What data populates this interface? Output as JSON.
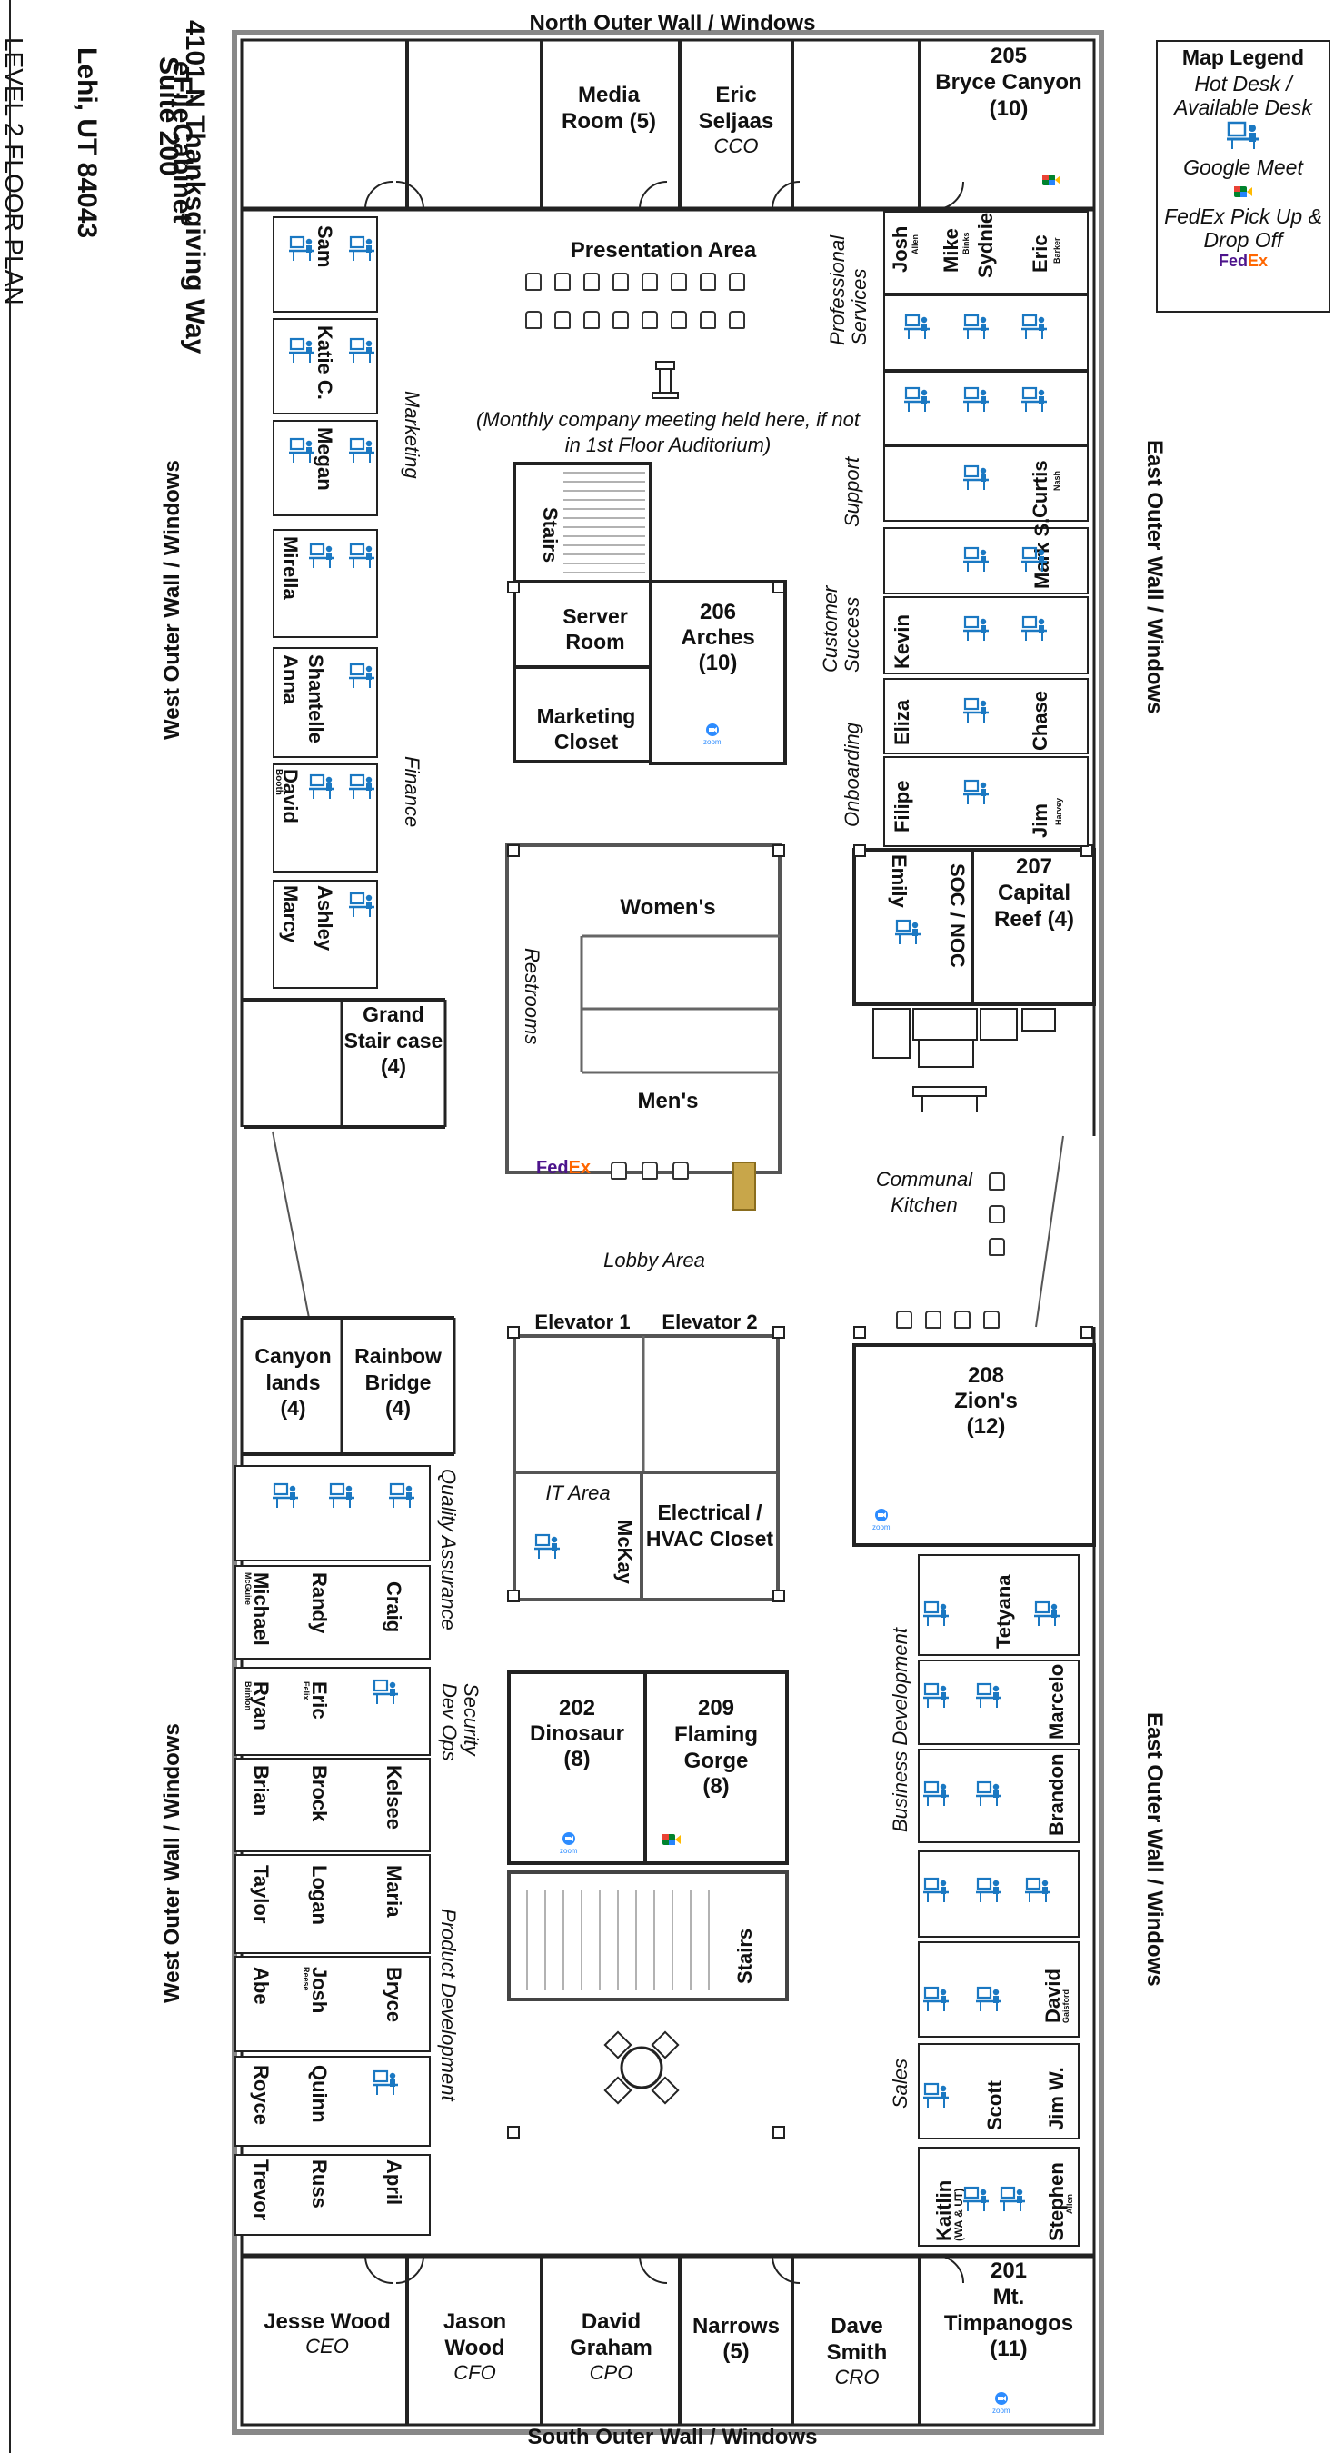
{
  "header": {
    "title": "LEVEL 2 FLOOR PLAN",
    "company": "eFileCabinet",
    "street": "4101 N Thanksgiving Way",
    "suite": "Suite 200",
    "city": "Lehi, UT 84043"
  },
  "walls": {
    "north": "North Outer Wall / Windows",
    "south": "South Outer Wall / Windows",
    "west": "West Outer Wall / Windows",
    "east": "East Outer Wall / Windows"
  },
  "legend": {
    "title": "Map Legend",
    "hot_desk": "Hot Desk / Available Desk",
    "google_meet": "Google Meet",
    "fedex": "FedEx Pick Up & Drop Off",
    "fedex_logo": "FedEx"
  },
  "rooms": {
    "media_room": {
      "name": "Media Room (5)"
    },
    "eric_seljaas": {
      "name": "Eric Seljaas",
      "role": "CCO"
    },
    "bryce_canyon": {
      "number": "205",
      "name": "Bryce Canyon (10)"
    },
    "presentation": {
      "name": "Presentation Area",
      "note": "(Monthly company meeting held here, if not in 1st Floor Auditorium)"
    },
    "stairs_north": {
      "name": "Stairs"
    },
    "server_room": {
      "name": "Server Room"
    },
    "marketing_closet": {
      "name": "Marketing Closet"
    },
    "arches": {
      "number": "206",
      "name": "Arches",
      "cap": "(10)"
    },
    "restrooms": {
      "label": "Restrooms",
      "womens": "Women's",
      "mens": "Men's"
    },
    "grand_stair": {
      "name": "Grand Stair case",
      "cap": "(4)"
    },
    "soc_noc": {
      "name": "SOC / NOC",
      "person": "Emily"
    },
    "capital_reef": {
      "number": "207",
      "name": "Capital Reef (4)"
    },
    "kitchen": {
      "name": "Communal Kitchen"
    },
    "lobby": {
      "name": "Lobby Area"
    },
    "elevator1": {
      "name": "Elevator 1"
    },
    "elevator2": {
      "name": "Elevator 2"
    },
    "canyonlands": {
      "name": "Canyon lands",
      "cap": "(4)"
    },
    "rainbow_bridge": {
      "name": "Rainbow Bridge",
      "cap": "(4)"
    },
    "zions": {
      "number": "208",
      "name": "Zion's",
      "cap": "(12)"
    },
    "it_area": {
      "name": "IT Area",
      "person": "McKay"
    },
    "electrical": {
      "name": "Electrical / HVAC Closet"
    },
    "dinosaur": {
      "number": "202",
      "name": "Dinosaur",
      "cap": "(8)"
    },
    "flaming_gorge": {
      "number": "209",
      "name": "Flaming Gorge",
      "cap": "(8)"
    },
    "stairs_south": {
      "name": "Stairs"
    },
    "jesse_wood": {
      "name": "Jesse Wood",
      "role": "CEO"
    },
    "jason_wood": {
      "name": "Jason Wood",
      "role": "CFO"
    },
    "david_graham": {
      "name": "David Graham",
      "role": "CPO"
    },
    "narrows": {
      "name": "Narrows",
      "cap": "(5)"
    },
    "dave_smith": {
      "name": "Dave Smith",
      "role": "CRO"
    },
    "timpanogos": {
      "number": "201",
      "name": "Mt. Timpanogos",
      "cap": "(11)"
    }
  },
  "departments": {
    "marketing": "Marketing",
    "finance": "Finance",
    "professional_services": "Professional Services",
    "support": "Support",
    "customer_success": "Customer Success",
    "onboarding": "Onboarding",
    "quality_assurance": "Quality Assurance",
    "security_devops": "Security Dev Ops",
    "product_development": "Product Development",
    "business_development": "Business Development",
    "sales": "Sales"
  },
  "people": {
    "sam": "Sam",
    "katie": "Katie C.",
    "megan": "Megan",
    "mirella": "Mirella",
    "shantelle": "Shantelle",
    "anna": "Anna",
    "david_b": "David",
    "david_b_sub": "Booth",
    "ashley": "Ashley",
    "marcy": "Marcy",
    "josh_a": "Josh",
    "josh_a_sub": "Allen",
    "mike": "Mike",
    "mike_sub": "Binks",
    "sydnie": "Sydnie",
    "eric_b": "Eric",
    "eric_b_sub": "Barker",
    "curtis": "Curtis",
    "curtis_sub": "Nash",
    "mark": "Mark S.",
    "kevin": "Kevin",
    "eliza": "Eliza",
    "chase": "Chase",
    "filipe": "Filipe",
    "jim_h": "Jim",
    "jim_h_sub": "Harvey",
    "michael": "Michael",
    "michael_sub": "McGuire",
    "randy": "Randy",
    "craig": "Craig",
    "ryan": "Ryan",
    "ryan_sub": "Brinton",
    "eric_f": "Eric",
    "eric_f_sub": "Felix",
    "brian": "Brian",
    "brock": "Brock",
    "kelsee": "Kelsee",
    "taylor": "Taylor",
    "logan": "Logan",
    "maria": "Maria",
    "abe": "Abe",
    "josh_r": "Josh",
    "josh_r_sub": "Reese",
    "bryce": "Bryce",
    "royce": "Royce",
    "quinn": "Quinn",
    "trevor": "Trevor",
    "russ": "Russ",
    "april": "April",
    "tetyana": "Tetyana",
    "marcelo": "Marcelo",
    "brandon": "Brandon",
    "david_g": "David",
    "david_g_sub": "Gaisford",
    "scott": "Scott",
    "jim_w": "Jim W.",
    "kaitlin": "Kaitlin",
    "kaitlin_sub": "(WA & UT)",
    "stephen": "Stephen",
    "stephen_sub": "Allen"
  },
  "icons": {
    "desk": "hot-desk-icon",
    "zoom": "zoom-icon",
    "meet": "google-meet-icon",
    "fedex": "fedex-icon"
  },
  "colors": {
    "desk_blue": "#1a78c2",
    "zoom_blue": "#2d8cff",
    "fedex_purple": "#4d148c",
    "fedex_orange": "#ff6600"
  },
  "zoom_label": "zoom"
}
